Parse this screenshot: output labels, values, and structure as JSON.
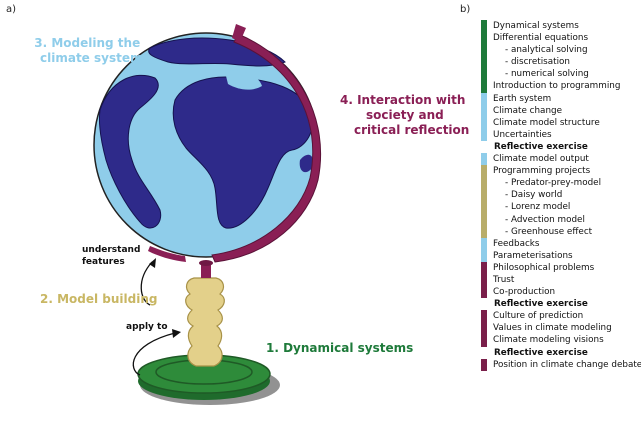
{
  "panel_a": {
    "label": "a)",
    "stage3": [
      "3. Modeling the",
      "climate system"
    ],
    "stage4": [
      "4. Interaction with",
      "society and",
      "critical reflection"
    ],
    "stage2": "2. Model building",
    "stage1": "1. Dynamical systems",
    "understand": [
      "understand",
      "features"
    ],
    "apply": "apply to"
  },
  "panel_b": {
    "label": "b)",
    "items": [
      {
        "text": "Dynamical systems",
        "color": "#1e7a3a",
        "kind": "item"
      },
      {
        "text": "Differential equations",
        "color": "#1e7a3a",
        "kind": "item"
      },
      {
        "text": "- analytical solving",
        "color": "#1e7a3a",
        "kind": "sub"
      },
      {
        "text": "- discretisation",
        "color": "#1e7a3a",
        "kind": "sub"
      },
      {
        "text": "- numerical solving",
        "color": "#1e7a3a",
        "kind": "sub"
      },
      {
        "text": "Introduction to programming",
        "color": "#1e7a3a",
        "kind": "item"
      },
      {
        "text": "Earth system",
        "color": "#8fcdea",
        "kind": "item"
      },
      {
        "text": "Climate change",
        "color": "#8fcdea",
        "kind": "item"
      },
      {
        "text": "Climate model structure",
        "color": "#8fcdea",
        "kind": "item"
      },
      {
        "text": "Uncertainties",
        "color": "#8fcdea",
        "kind": "item"
      },
      {
        "text": "Reflective exercise",
        "color": "",
        "kind": "reflect"
      },
      {
        "text": "Climate model output",
        "color": "#8fcdea",
        "kind": "item"
      },
      {
        "text": "Programming projects",
        "color": "#b8ad6a",
        "kind": "item"
      },
      {
        "text": "- Predator-prey-model",
        "color": "#b8ad6a",
        "kind": "sub"
      },
      {
        "text": "- Daisy world",
        "color": "#b8ad6a",
        "kind": "sub"
      },
      {
        "text": "- Lorenz model",
        "color": "#b8ad6a",
        "kind": "sub"
      },
      {
        "text": "- Advection model",
        "color": "#b8ad6a",
        "kind": "sub"
      },
      {
        "text": "- Greenhouse effect",
        "color": "#b8ad6a",
        "kind": "sub"
      },
      {
        "text": "Feedbacks",
        "color": "#8fcdea",
        "kind": "item"
      },
      {
        "text": "Parameterisations",
        "color": "#8fcdea",
        "kind": "item"
      },
      {
        "text": "Philosophical problems",
        "color": "#7a1f4a",
        "kind": "item"
      },
      {
        "text": "Trust",
        "color": "#7a1f4a",
        "kind": "item"
      },
      {
        "text": "Co-production",
        "color": "#7a1f4a",
        "kind": "item"
      },
      {
        "text": "Reflective exercise",
        "color": "",
        "kind": "reflect"
      },
      {
        "text": "Culture of prediction",
        "color": "#7a1f4a",
        "kind": "item"
      },
      {
        "text": "Values in climate modeling",
        "color": "#7a1f4a",
        "kind": "item"
      },
      {
        "text": "Climate modeling visions",
        "color": "#7a1f4a",
        "kind": "item"
      },
      {
        "text": "Reflective exercise",
        "color": "",
        "kind": "reflect"
      },
      {
        "text": "Position in climate change debate",
        "color": "#7a1f4a",
        "kind": "item"
      }
    ]
  },
  "colors": {
    "ocean": "#8fcdea",
    "land": "#2e2a8a",
    "arc": "#8a1f55",
    "pedestal": "#e3d08a",
    "base": "#2e8b3a",
    "stage1": "#1e7a3a",
    "stage2": "#c9b764",
    "stage3": "#8fcdea",
    "stage4": "#8a1f55"
  }
}
